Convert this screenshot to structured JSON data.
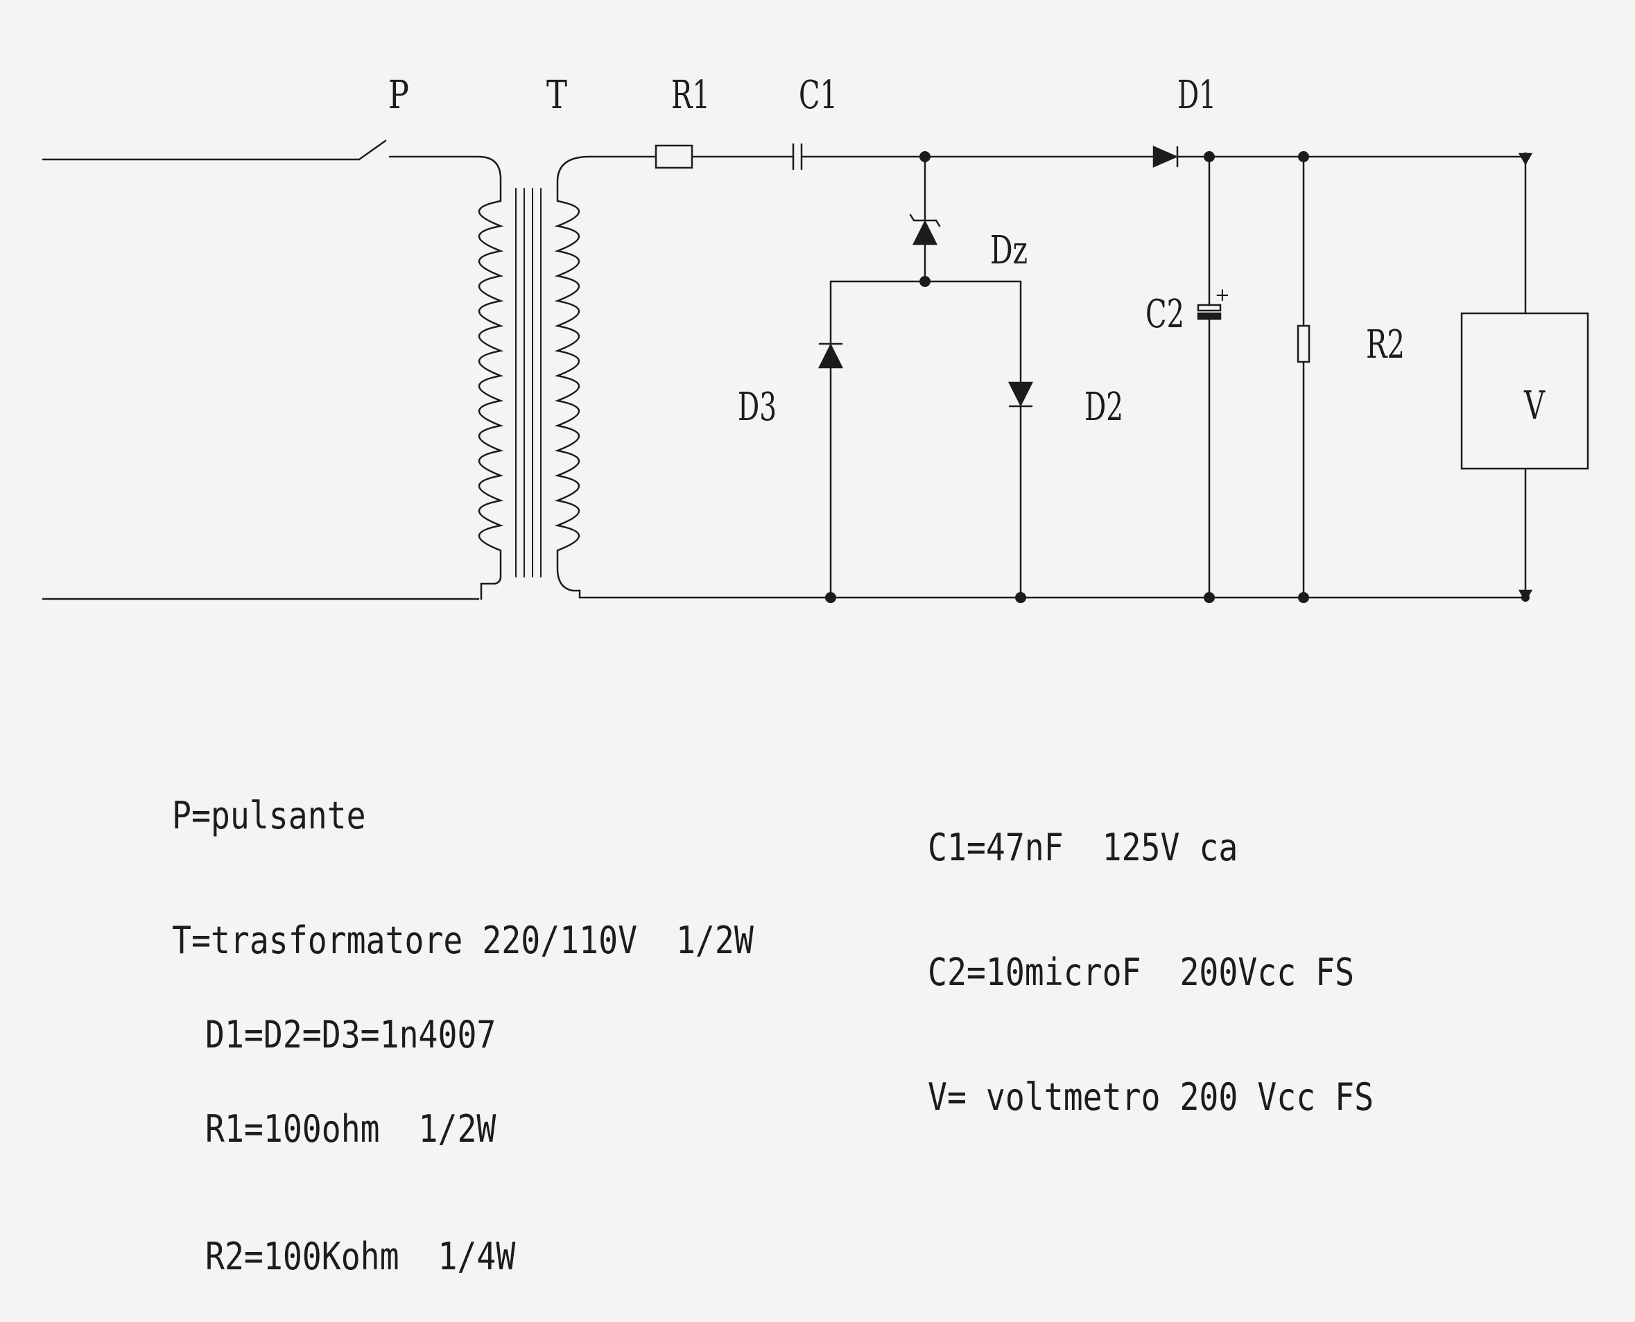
{
  "labels": {
    "P": "P",
    "T": "T",
    "R1": "R1",
    "C1": "C1",
    "D1": "D1",
    "Dz": "Dz",
    "C2": "C2",
    "plus": "+",
    "R2": "R2",
    "D3": "D3",
    "D2": "D2",
    "V": "V"
  },
  "legend": {
    "left": [
      "P=pulsante",
      "T=trasformatore 220/110V  1/2W",
      "D1=D2=D3=1n4007",
      "R1=100ohm  1/2W",
      "R2=100Kohm  1/4W"
    ],
    "right": [
      "C1=47nF  125V ca",
      "C2=10microF  200Vcc FS",
      "V= voltmetro 200 Vcc FS"
    ]
  },
  "colors": {
    "ink": "#1c1c1c",
    "paper": "#f4f4f3"
  }
}
